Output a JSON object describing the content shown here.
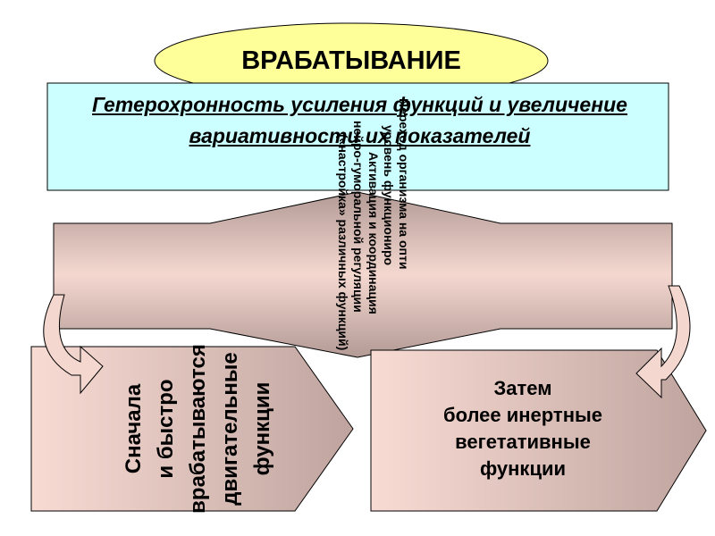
{
  "title": "ВРАБАТЫВАНИЕ",
  "subtitle": "Гетерохронность усиления функций и увеличение вариативности их показателей",
  "middle_lines": [
    "Переход организма на опти",
    "уровень функциониро",
    "Активация и координация",
    "нейро-гуморальной регуляции",
    "(«настройка» различных функций)"
  ],
  "left_lines": [
    "Сначала",
    "и быстро",
    "врабатываются",
    "двигательные",
    "функции"
  ],
  "right_lines": [
    "Затем",
    "более инертные",
    "вегетативные",
    "функции"
  ],
  "colors": {
    "ellipse": "#ffff99",
    "box": "#ccffff",
    "band": "#e8c8c0"
  }
}
